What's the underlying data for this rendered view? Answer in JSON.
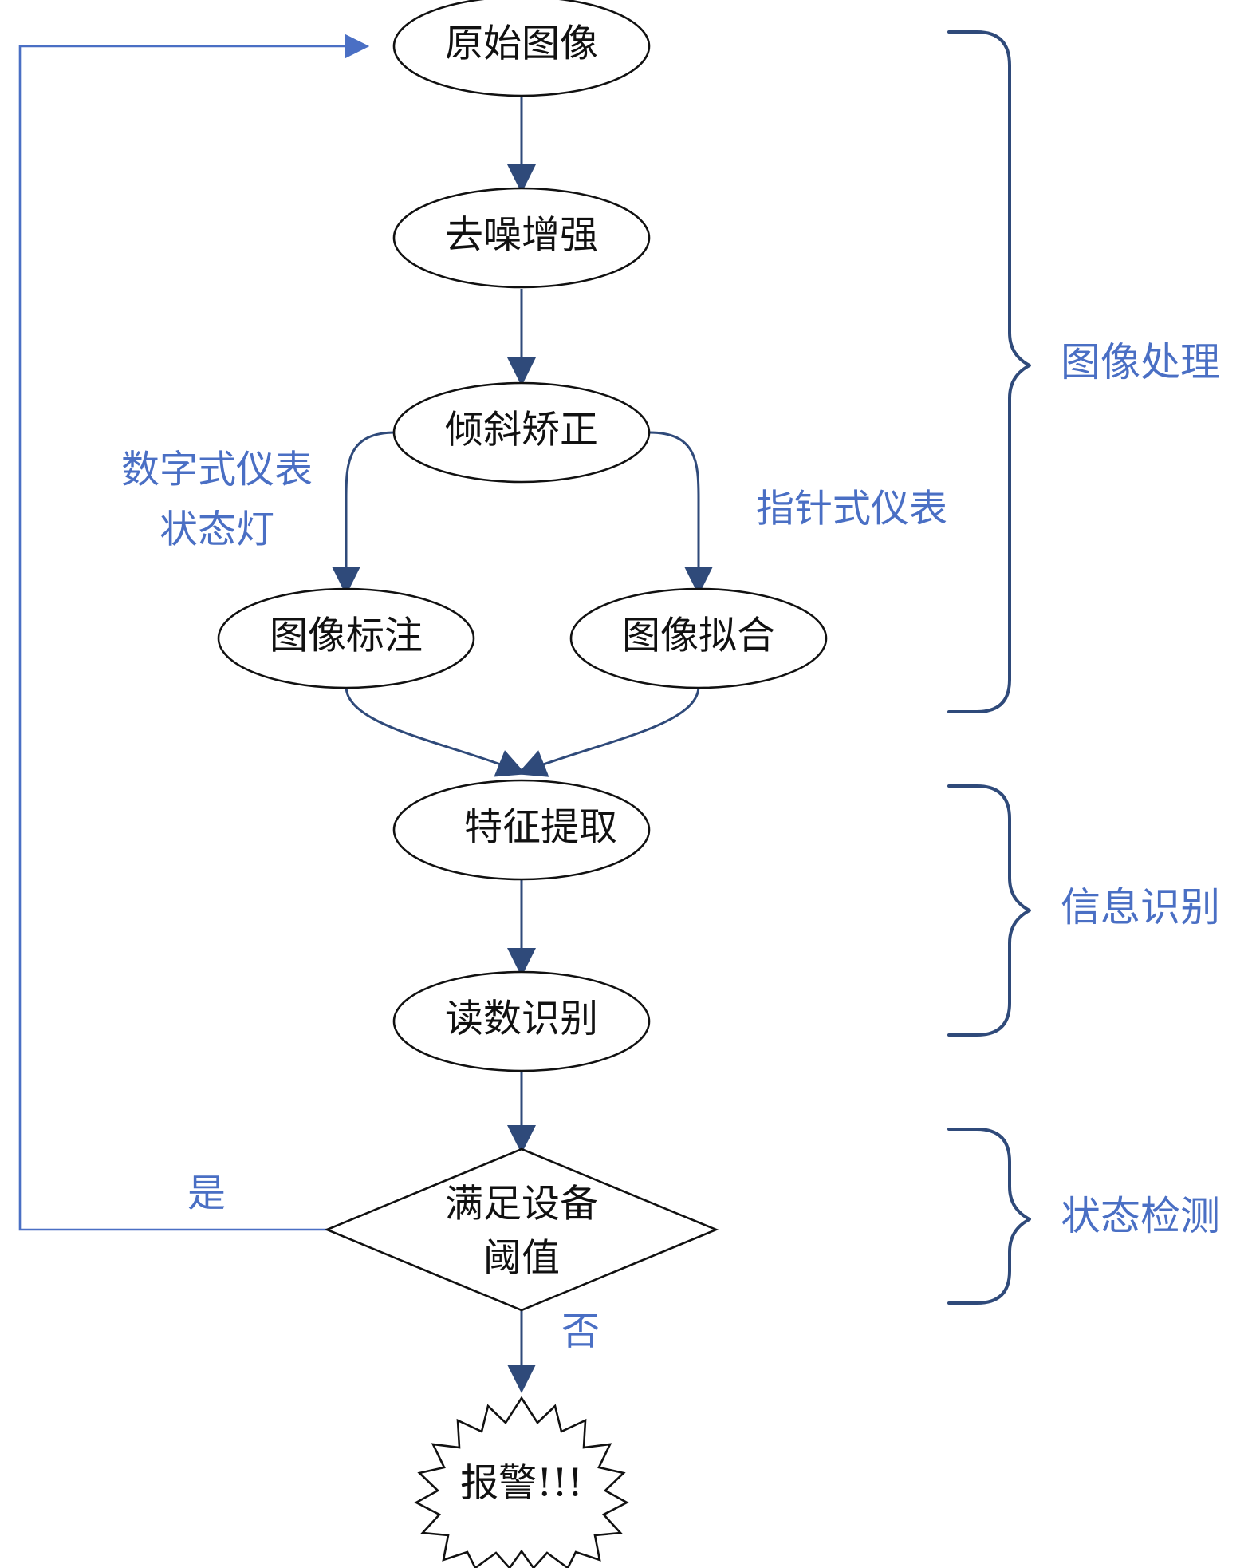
{
  "nodes": {
    "original_image": "原始图像",
    "denoise": "去噪增强",
    "tilt_correct": "倾斜矫正",
    "image_annotate": "图像标注",
    "image_fit": "图像拟合",
    "feature_extract": "特征提取",
    "reading_recognize": "读数识别",
    "threshold_line1": "满足设备",
    "threshold_line2": "阈值",
    "alarm": "报警!!!"
  },
  "branches": {
    "digital_line1": "数字式仪表",
    "digital_line2": "状态灯",
    "pointer": "指针式仪表"
  },
  "decision": {
    "yes": "是",
    "no": "否"
  },
  "groups": {
    "image_processing": "图像处理",
    "info_recognition": "信息识别",
    "status_detection": "状态检测"
  },
  "colors": {
    "flow": "#2f4a7a",
    "return_flow": "#4a6fc4",
    "annotation_text": "#4a6fc4",
    "node_border": "#111111"
  }
}
